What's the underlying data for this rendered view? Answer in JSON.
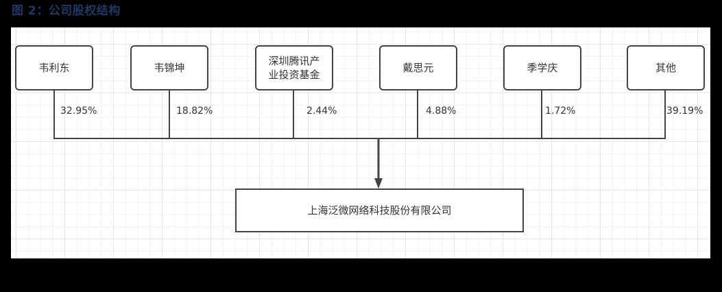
{
  "title": "图 2：公司股权结构",
  "diagram": {
    "type": "ownership-structure",
    "shareholders": [
      {
        "name": "韦利东",
        "percent": "32.95%"
      },
      {
        "name": "韦锦坤",
        "percent": "18.82%"
      },
      {
        "name": "深圳腾讯产业投资基金",
        "name_lines": [
          "深圳腾讯产",
          "业投资基金"
        ],
        "percent": "2.44%"
      },
      {
        "name": "戴思元",
        "percent": "4.88%"
      },
      {
        "name": "季学庆",
        "percent": "1.72%"
      },
      {
        "name": "其他",
        "percent": "39.19%"
      }
    ],
    "company": "上海泛微网络科技股份有限公司",
    "colors": {
      "title": "#1f3864",
      "line": "#3f4347",
      "text": "#333333",
      "canvas": "#ffffff",
      "grid": "#e6e6e6"
    }
  }
}
